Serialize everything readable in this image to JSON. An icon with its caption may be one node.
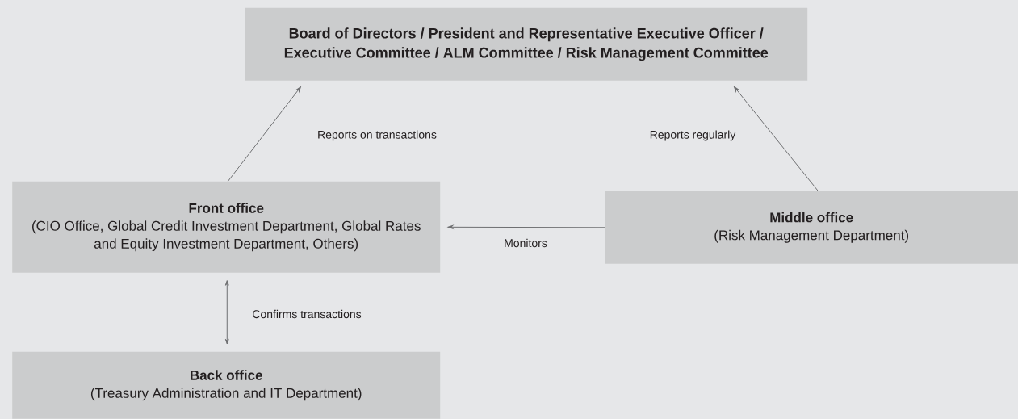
{
  "diagram": {
    "nodes": [
      {
        "text": [
          "Board of Directors / President and Representative Executive Officer / Executive Committee / ALM Committee / Risk Management Committee"
        ]
      },
      {
        "text": [
          "Front office",
          "(CIO Office, Global Credit Investment Department, Global Rates and Equity Investment Department, Others)"
        ]
      },
      {
        "text": [
          "Middle office",
          "(Risk Management Department)"
        ]
      },
      {
        "text": [
          "Back office",
          "(Treasury Administration and IT Department)"
        ]
      }
    ],
    "edges": [
      {
        "from": 1,
        "to": 0,
        "arrow": "to",
        "label": "Reports on transactions"
      },
      {
        "from": 2,
        "to": 0,
        "arrow": "to",
        "label": "Reports regularly"
      },
      {
        "from": 2,
        "to": 1,
        "arrow": "to",
        "label": "Monitors"
      },
      {
        "from": 1,
        "to": 3,
        "arrow": "both",
        "label": "Confirms transactions"
      }
    ]
  }
}
